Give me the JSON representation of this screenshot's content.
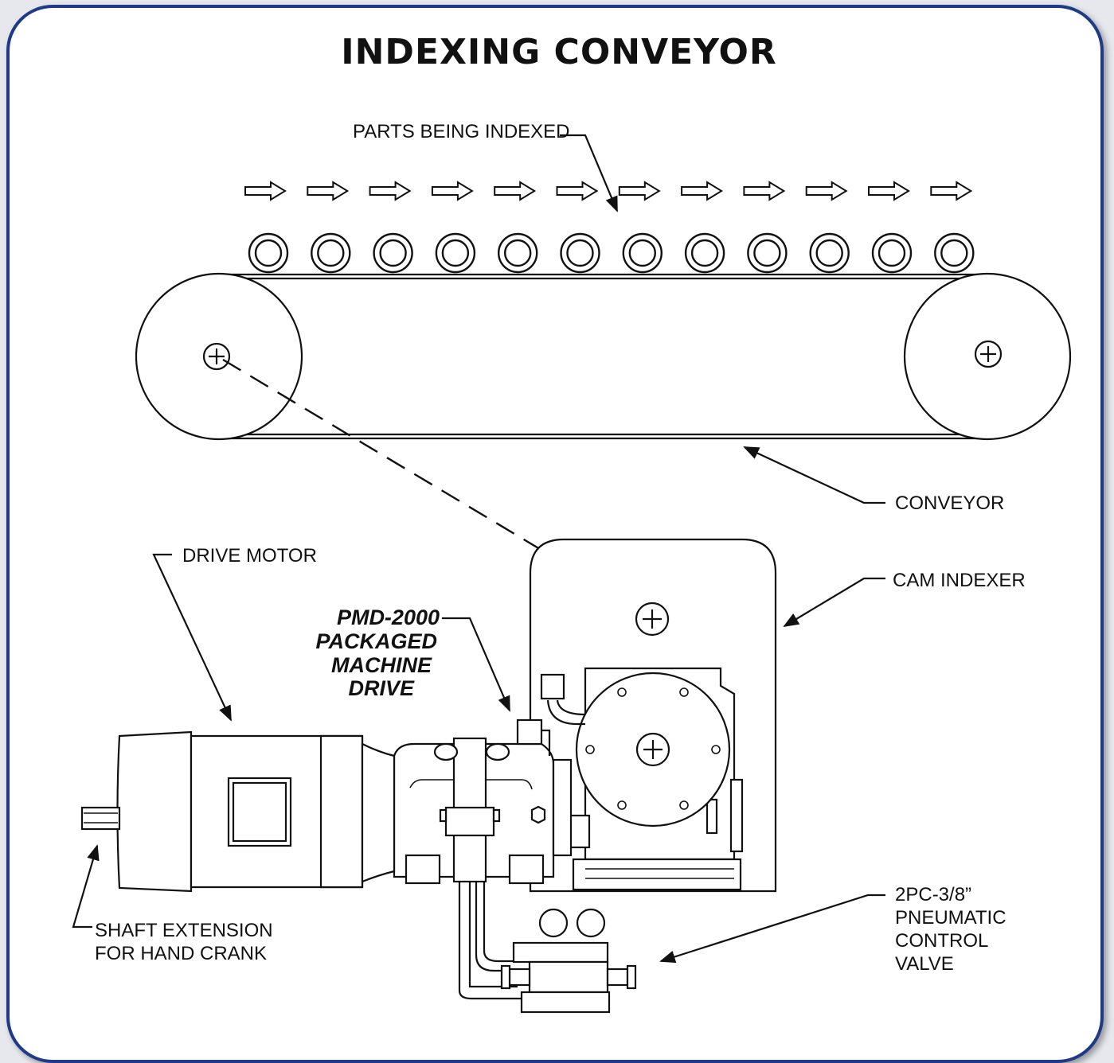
{
  "title": "INDEXING CONVEYOR",
  "labels": {
    "parts": "PARTS BEING INDEXED",
    "conveyor": "CONVEYOR",
    "drive_motor": "DRIVE MOTOR",
    "cam_indexer": "CAM INDEXER",
    "pmd": [
      "PMD-2000",
      "PACKAGED",
      "MACHINE",
      "DRIVE"
    ],
    "shaft": [
      "SHAFT EXTENSION",
      "FOR HAND CRANK"
    ],
    "valve": [
      "2PC-3/8”",
      "PNEUMATIC",
      "CONTROL",
      "VALVE"
    ]
  },
  "colors": {
    "frame_border": "#1f3a86",
    "ink": "#111111",
    "background": "#ffffff"
  },
  "part_count": 12,
  "arrow_count": 12
}
